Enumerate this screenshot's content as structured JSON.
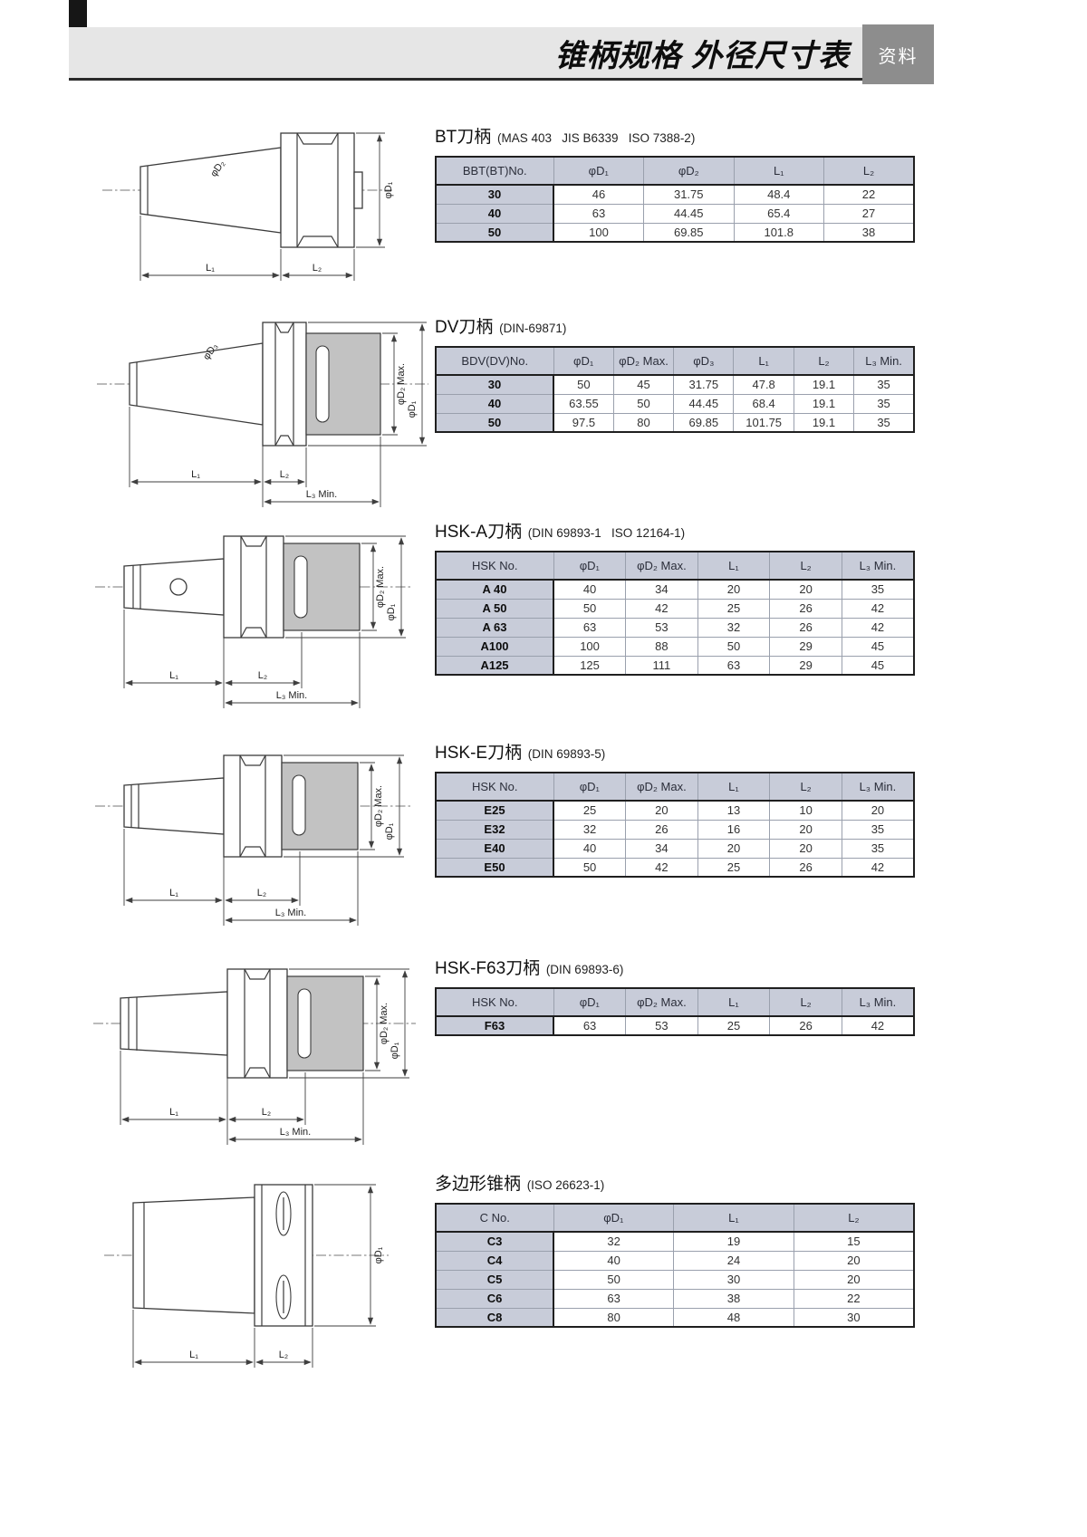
{
  "page": {
    "title": "锥柄规格 外径尺寸表",
    "badge": "资料"
  },
  "sections": [
    {
      "title": "BT刀柄",
      "standards": "(MAS 403   JIS B6339   ISO 7388-2)",
      "table": {
        "headers": [
          "BBT(BT)No.",
          "φD₁",
          "φD₂",
          "L₁",
          "L₂"
        ],
        "rows": [
          [
            "30",
            "46",
            "31.75",
            "48.4",
            "22"
          ],
          [
            "40",
            "63",
            "44.45",
            "65.4",
            "27"
          ],
          [
            "50",
            "100",
            "69.85",
            "101.8",
            "38"
          ]
        ]
      },
      "drawing": {
        "d1": "φD₁",
        "d2": "φD₂",
        "l1": "L₁",
        "l2": "L₂"
      }
    },
    {
      "title": "DV刀柄",
      "standards": "(DIN-69871)",
      "table": {
        "headers": [
          "BDV(DV)No.",
          "φD₁",
          "φD₂ Max.",
          "φD₃",
          "L₁",
          "L₂",
          "L₃ Min."
        ],
        "rows": [
          [
            "30",
            "50",
            "45",
            "31.75",
            "47.8",
            "19.1",
            "35"
          ],
          [
            "40",
            "63.55",
            "50",
            "44.45",
            "68.4",
            "19.1",
            "35"
          ],
          [
            "50",
            "97.5",
            "80",
            "69.85",
            "101.75",
            "19.1",
            "35"
          ]
        ]
      },
      "drawing": {
        "d1": "φD₁",
        "d2max": "φD₂ Max.",
        "d3": "φD₃",
        "l1": "L₁",
        "l2": "L₂",
        "l3": "L₃ Min."
      }
    },
    {
      "title": "HSK-A刀柄",
      "standards": "(DIN 69893-1   ISO 12164-1)",
      "table": {
        "headers": [
          "HSK No.",
          "φD₁",
          "φD₂ Max.",
          "L₁",
          "L₂",
          "L₃ Min."
        ],
        "rows": [
          [
            "A 40",
            "40",
            "34",
            "20",
            "20",
            "35"
          ],
          [
            "A 50",
            "50",
            "42",
            "25",
            "26",
            "42"
          ],
          [
            "A 63",
            "63",
            "53",
            "32",
            "26",
            "42"
          ],
          [
            "A100",
            "100",
            "88",
            "50",
            "29",
            "45"
          ],
          [
            "A125",
            "125",
            "111",
            "63",
            "29",
            "45"
          ]
        ]
      },
      "drawing": {
        "d1": "φD₁",
        "d2max": "φD₂ Max.",
        "l1": "L₁",
        "l2": "L₂",
        "l3": "L₃ Min."
      }
    },
    {
      "title": "HSK-E刀柄",
      "standards": "(DIN 69893-5)",
      "table": {
        "headers": [
          "HSK No.",
          "φD₁",
          "φD₂ Max.",
          "L₁",
          "L₂",
          "L₃ Min."
        ],
        "rows": [
          [
            "E25",
            "25",
            "20",
            "13",
            "10",
            "20"
          ],
          [
            "E32",
            "32",
            "26",
            "16",
            "20",
            "35"
          ],
          [
            "E40",
            "40",
            "34",
            "20",
            "20",
            "35"
          ],
          [
            "E50",
            "50",
            "42",
            "25",
            "26",
            "42"
          ]
        ]
      },
      "drawing": {
        "d1": "φD₁",
        "d2max": "φD₂ Max.",
        "l1": "L₁",
        "l2": "L₂",
        "l3": "L₃ Min."
      }
    },
    {
      "title": "HSK-F63刀柄",
      "standards": "(DIN 69893-6)",
      "table": {
        "headers": [
          "HSK No.",
          "φD₁",
          "φD₂ Max.",
          "L₁",
          "L₂",
          "L₃ Min."
        ],
        "rows": [
          [
            "F63",
            "63",
            "53",
            "25",
            "26",
            "42"
          ]
        ]
      },
      "drawing": {
        "d1": "φD₁",
        "d2max": "φD₂ Max.",
        "l1": "L₁",
        "l2": "L₂",
        "l3": "L₃ Min."
      }
    },
    {
      "title": "多边形锥柄",
      "standards": "(ISO 26623-1)",
      "table": {
        "headers": [
          "C No.",
          "φD₁",
          "L₁",
          "L₂"
        ],
        "rows": [
          [
            "C3",
            "32",
            "19",
            "15"
          ],
          [
            "C4",
            "40",
            "24",
            "20"
          ],
          [
            "C5",
            "50",
            "30",
            "20"
          ],
          [
            "C6",
            "63",
            "38",
            "22"
          ],
          [
            "C8",
            "80",
            "48",
            "30"
          ]
        ]
      },
      "drawing": {
        "d1": "φD₁",
        "l1": "L₁",
        "l2": "L₂"
      }
    }
  ]
}
